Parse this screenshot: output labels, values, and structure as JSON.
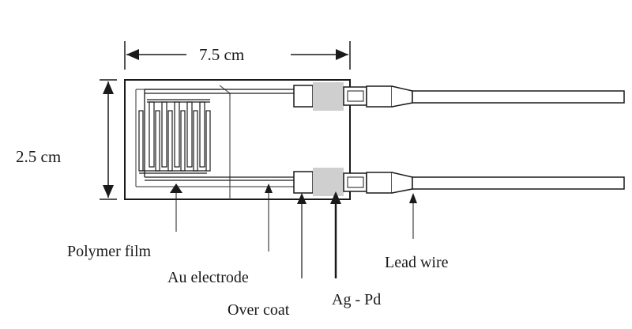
{
  "dimensions": {
    "width_label": "7.5 cm",
    "height_label": "2.5 cm"
  },
  "callouts": {
    "polymer_film": "Polymer film",
    "au_electrode": "Au electrode",
    "over_coat": "Over coat",
    "ag_pd": "Ag - Pd",
    "lead_wire": "Lead wire"
  },
  "colors": {
    "line": "#1a1a1a",
    "pad_fill": "#cfcfcf"
  }
}
